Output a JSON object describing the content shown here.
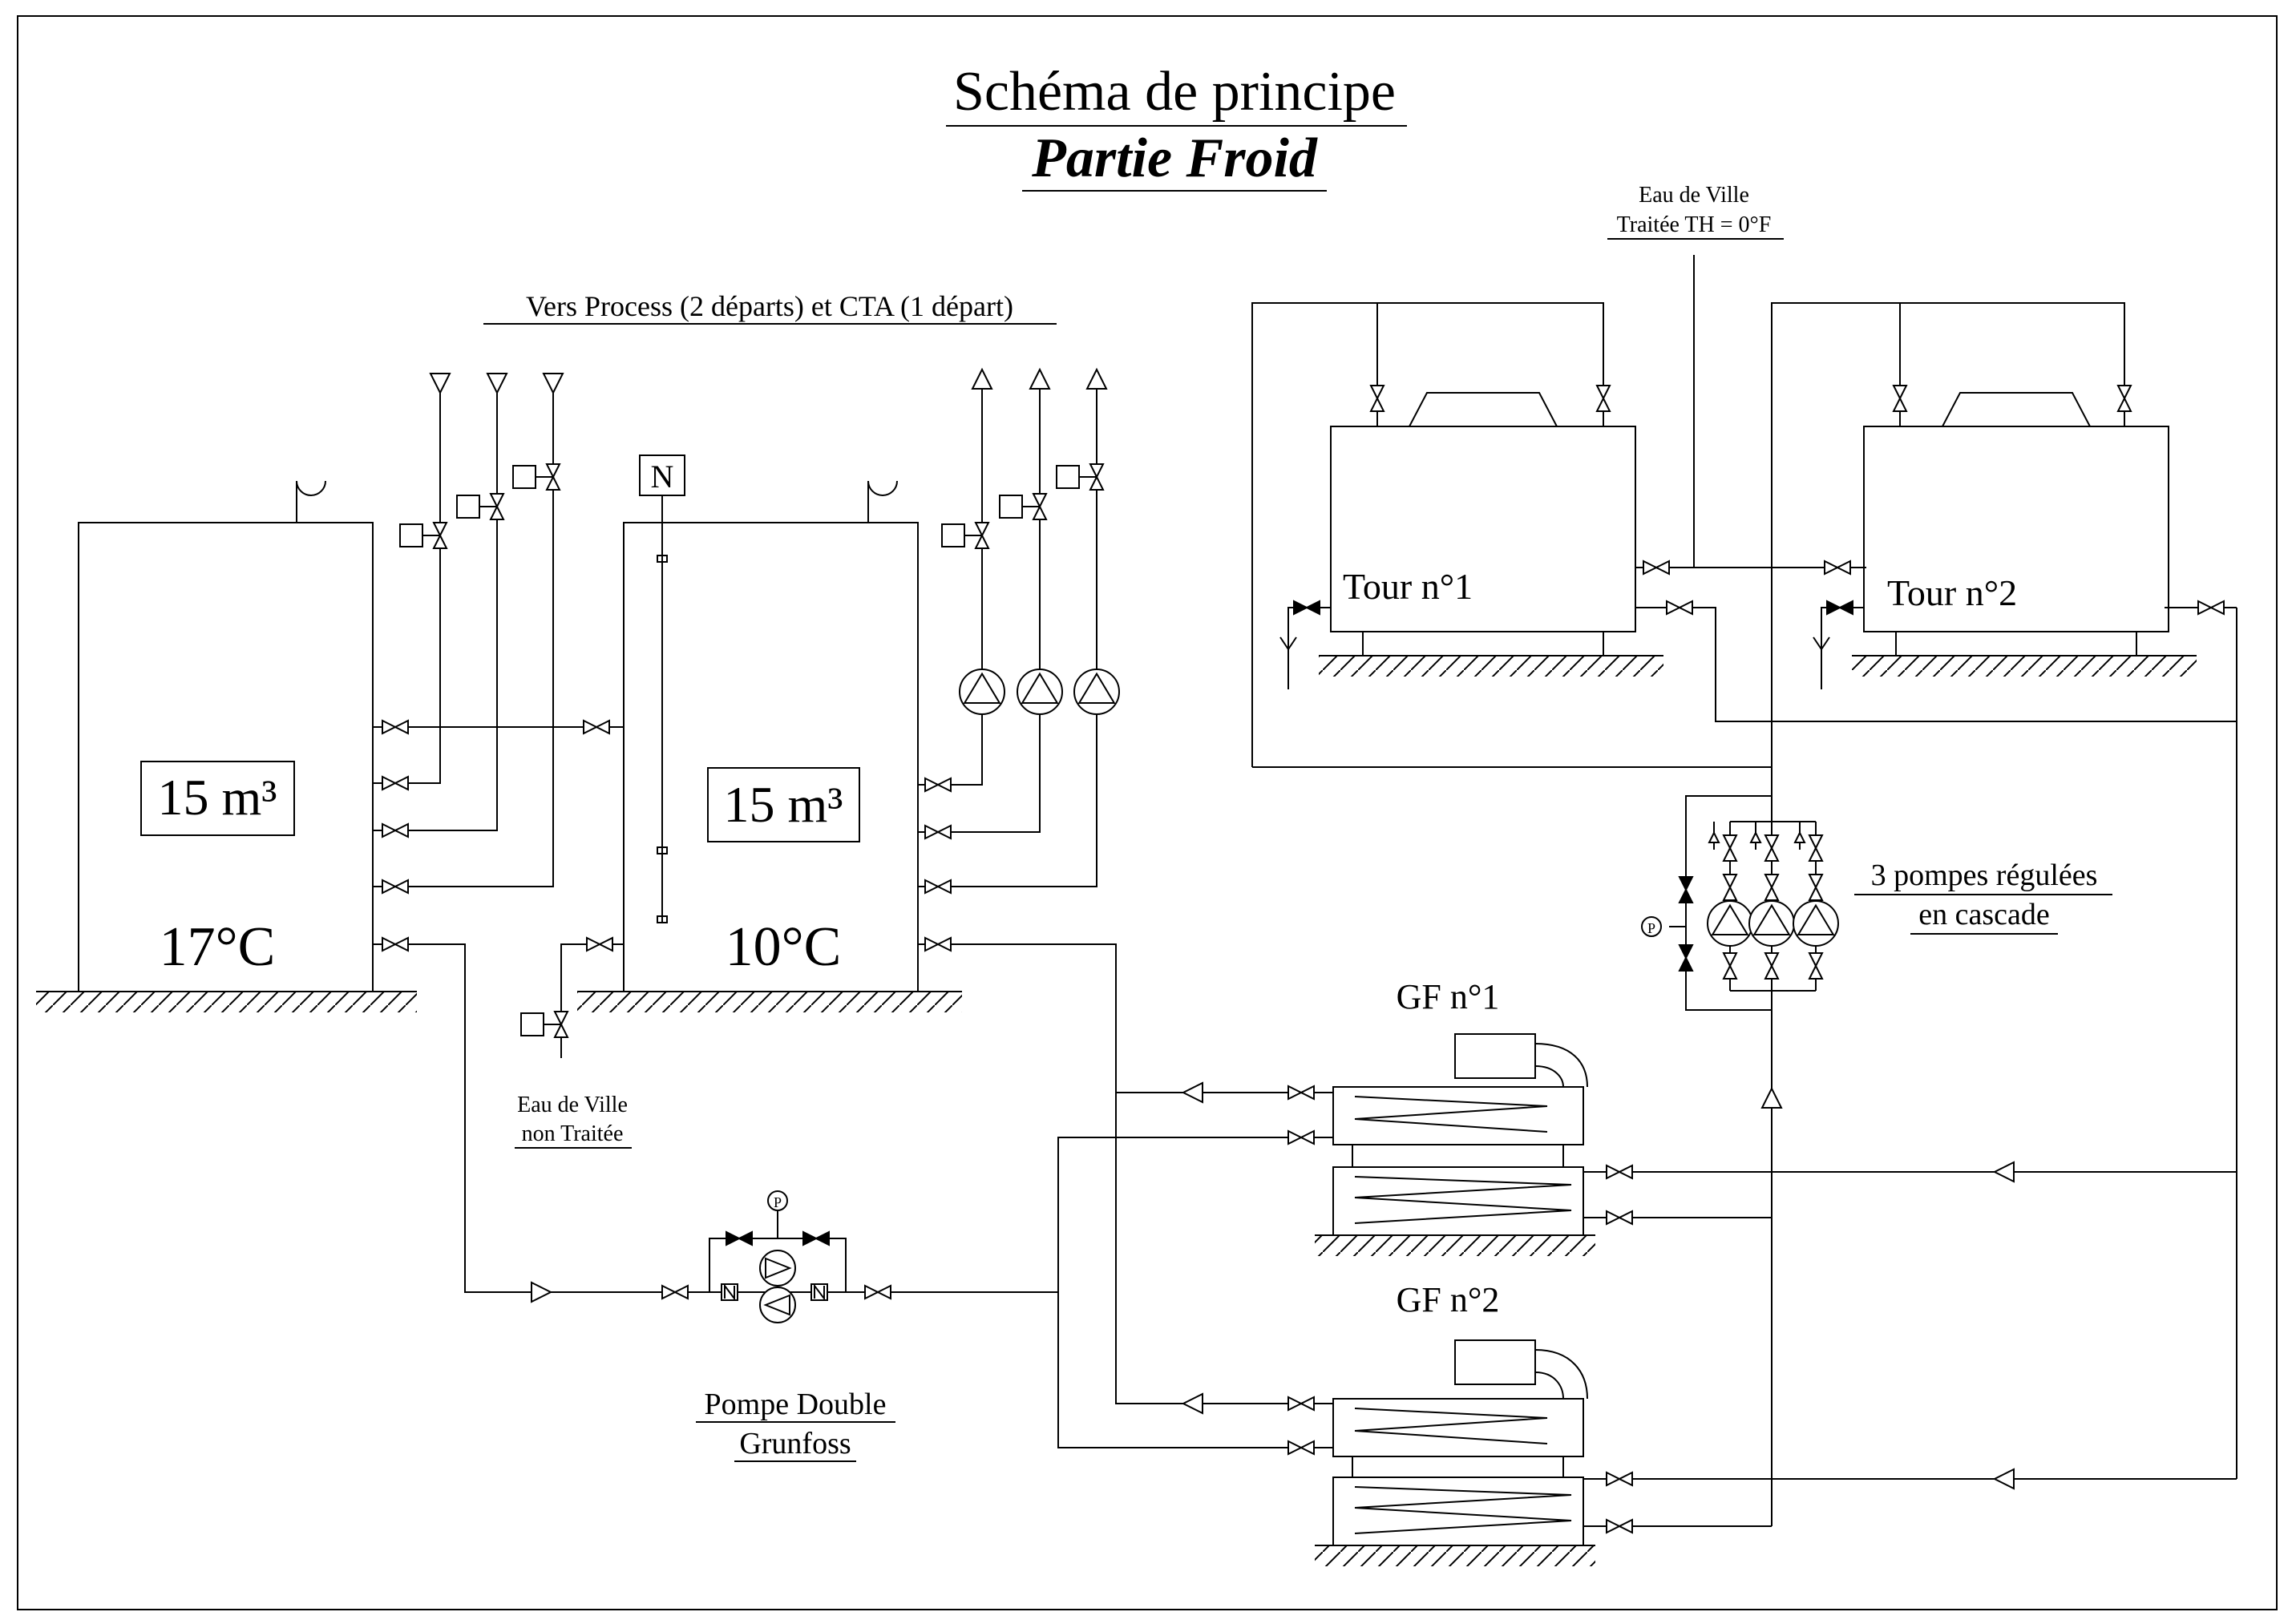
{
  "title": {
    "line1": "Schéma de principe",
    "line2": "Partie Froid"
  },
  "labels": {
    "vers_process": "Vers Process (2 départs) et CTA (1 départ)",
    "eau_ville_traitee_1": "Eau de Ville",
    "eau_ville_traitee_2": "Traitée TH = 0°F",
    "eau_ville_non_traitee_1": "Eau de Ville",
    "eau_ville_non_traitee_2": "non Traitée",
    "pompe_double_1": "Pompe Double",
    "pompe_double_2": "Grunfoss",
    "pompes_cascade_1": "3 pompes régulées",
    "pompes_cascade_2": "en cascade",
    "gf1": "GF n°1",
    "gf2": "GF n°2",
    "tour1": "Tour n°1",
    "tour2": "Tour n°2",
    "tank1_volume": "15 m³",
    "tank1_temp": "17°C",
    "tank2_volume": "15 m³",
    "tank2_temp": "10°C",
    "level_marker": "N",
    "pressure_marker": "P"
  }
}
